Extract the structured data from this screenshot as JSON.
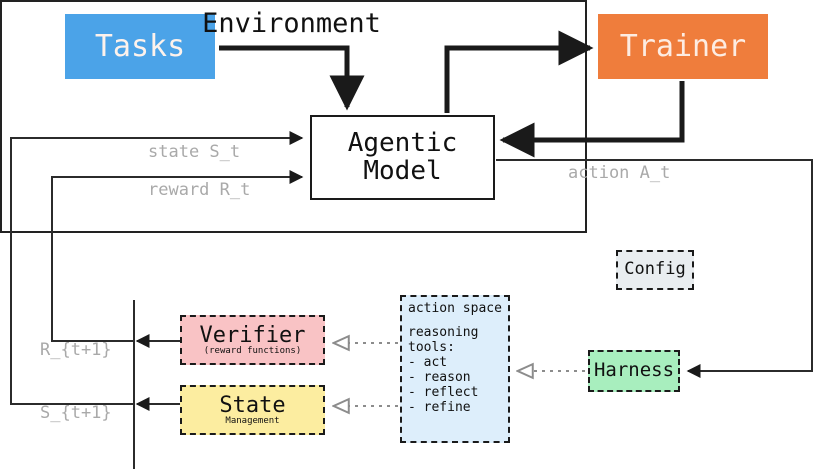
{
  "diagram": {
    "title_nodes": {
      "tasks": "Tasks",
      "trainer": "Trainer",
      "agentic_line1": "Agentic",
      "agentic_line2": "Model",
      "environment": "Environment",
      "config": "Config",
      "harness": "Harness"
    },
    "verifier": {
      "title": "Verifier",
      "subtitle": "(reward functions)"
    },
    "state": {
      "title": "State",
      "subtitle": "Management"
    },
    "action_space": {
      "header": "action space",
      "lines": [
        "reasoning",
        "tools:",
        "- act",
        "- reason",
        "- reflect",
        "- refine"
      ]
    },
    "edge_labels": {
      "state": "state S_t",
      "reward": "reward R_t",
      "action": "action A_t",
      "reward_next": "R_{t+1}",
      "state_next": "S_{t+1}"
    },
    "colors": {
      "tasks_fill": "#4ba3e8",
      "trainer_fill": "#ef7d3c",
      "verifier_fill": "#f9c3c5",
      "state_fill": "#fceda0",
      "action_space_fill": "#ddeefb",
      "harness_fill": "#a8eebe",
      "config_fill": "#e9edf0",
      "edge_label_text": "#a9a9a9",
      "stroke": "#1a1a1a",
      "dotted_connector": "#8c8c8c"
    }
  }
}
